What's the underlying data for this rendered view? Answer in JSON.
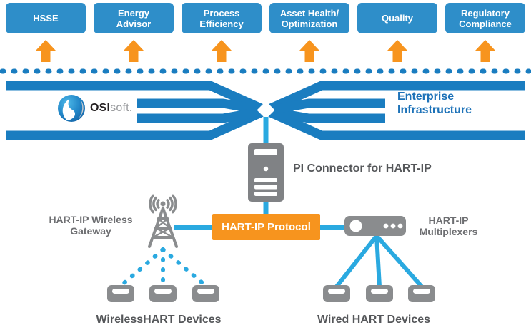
{
  "business_values": [
    {
      "label": "HSSE"
    },
    {
      "label": "Energy\nAdvisor"
    },
    {
      "label": "Process\nEfficiency"
    },
    {
      "label": "Asset Health/\nOptimization"
    },
    {
      "label": "Quality"
    },
    {
      "label": "Regulatory\nCompliance"
    }
  ],
  "logo": {
    "bold": "OSI",
    "light": "soft."
  },
  "enterprise": {
    "label": "Enterprise\nInfrastructure"
  },
  "pi_connector": {
    "label": "PI Connector for HART-IP"
  },
  "protocol": {
    "label": "HART-IP Protocol"
  },
  "wireless_gateway": {
    "label": "HART-IP Wireless\nGateway"
  },
  "multiplexers": {
    "label": "HART-IP\nMultiplexers"
  },
  "wireless_devices": {
    "label": "WirelessHART Devices"
  },
  "wired_devices": {
    "label": "Wired HART Devices"
  },
  "icons": {
    "up_arrow": "up-arrow-icon",
    "backbone": "dotted-backbone-line",
    "weave": "enterprise-bus-weave",
    "logo": "osisoft-logo-icon",
    "server": "server-tower-icon",
    "antenna": "wireless-antenna-icon",
    "multiplexer": "multiplexer-icon",
    "device": "field-device-icon"
  },
  "colors": {
    "box_blue": "#2e8ec9",
    "bar_blue": "#1a7dc0",
    "connector_blue": "#2aa9e0",
    "orange": "#f7941e",
    "device_gray": "#8a8c8e",
    "server_gray": "#808285",
    "text_gray": "#55575a",
    "label_gray": "#6d6e71",
    "enterprise_blue": "#1d72b8"
  }
}
